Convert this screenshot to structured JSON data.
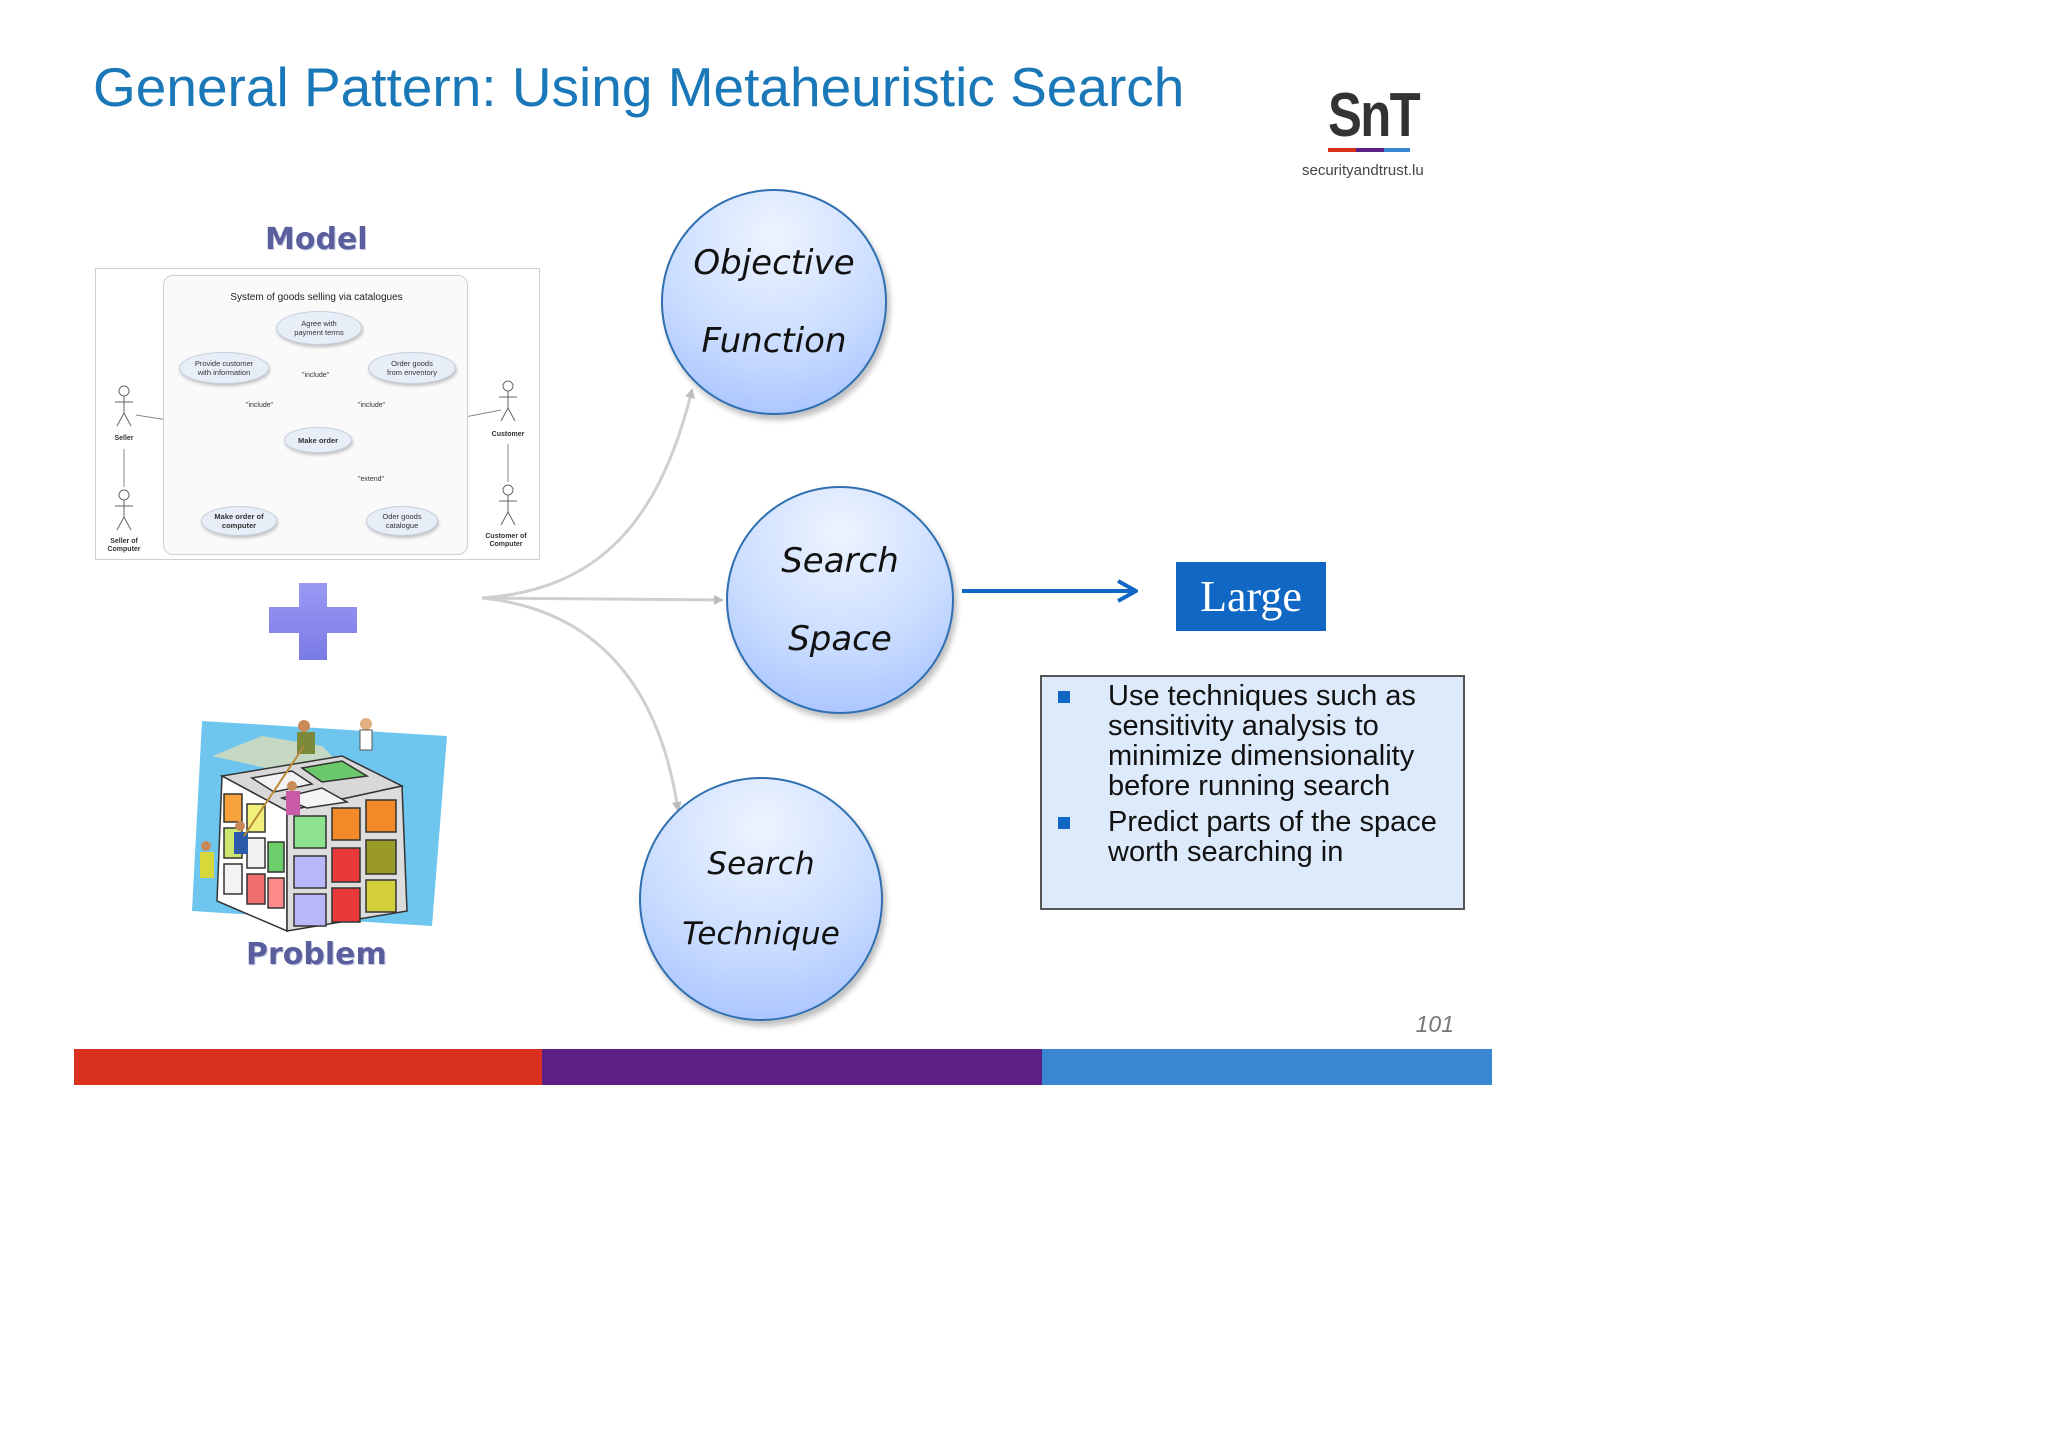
{
  "slide": {
    "title": "General Pattern: Using Metaheuristic Search",
    "page_number": "101"
  },
  "logo": {
    "mark": "SnT",
    "url": "securityandtrust.lu"
  },
  "model": {
    "label": "Model",
    "diagram": {
      "title": "System of goods selling via catalogues",
      "use_cases": {
        "agree": "Agree with\npayment terms",
        "provide": "Provide customer\nwith information",
        "order_goods": "Order goods\nfrom enventory",
        "make_order": "Make order",
        "make_order_computer": "Make order of\ncomputer",
        "oder_catalogue": "Oder goods\ncatalogue"
      },
      "relations": {
        "include_top": "\"include\"",
        "include_left": "\"include\"",
        "include_right": "\"include\"",
        "extend": "\"extend\""
      },
      "actors": {
        "seller": "Seller",
        "seller_computer": "Seller of\nComputer",
        "customer": "Customer",
        "customer_computer": "Customer of\nComputer"
      }
    }
  },
  "problem": {
    "label": "Problem"
  },
  "circles": {
    "objective": [
      "Objective",
      "Function"
    ],
    "space": [
      "Search",
      "Space"
    ],
    "technique": [
      "Search",
      "Technique"
    ]
  },
  "result_label": "Large",
  "notes": [
    "Use techniques such as sensitivity analysis to minimize dimensionality before running search",
    "Predict parts of the space worth searching in"
  ],
  "colors": {
    "title": "#1a78b8",
    "accent_blue": "#1068c4",
    "footer_red": "#d9311e",
    "footer_purple": "#5b1f86",
    "footer_blue": "#3a86d0",
    "plus": "#8c8cf0"
  },
  "icons": {
    "plus": "plus-icon",
    "arrow": "right-arrow-icon",
    "bullet": "square-bullet-icon"
  }
}
